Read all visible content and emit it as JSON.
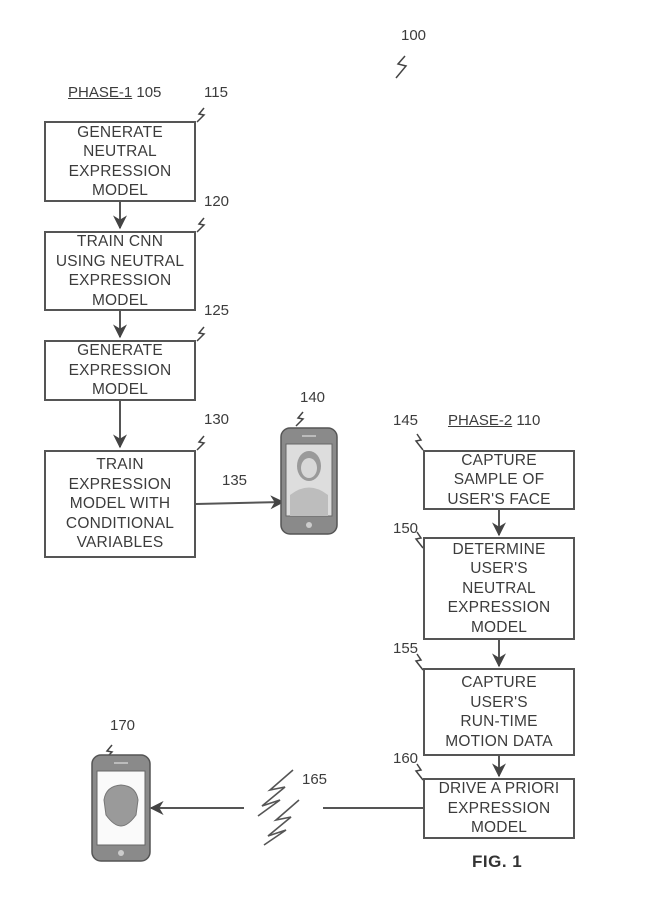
{
  "figure": {
    "ref": "100",
    "caption": "FIG. 1"
  },
  "phase1": {
    "label": "PHASE-1",
    "ref": "105",
    "steps": [
      {
        "ref": "115",
        "lines": [
          "GENERATE",
          "NEUTRAL",
          "EXPRESSION",
          "MODEL"
        ]
      },
      {
        "ref": "120",
        "lines": [
          "TRAIN CNN",
          "USING NEUTRAL",
          "EXPRESSION",
          "MODEL"
        ]
      },
      {
        "ref": "125",
        "lines": [
          "GENERATE",
          "EXPRESSION",
          "MODEL"
        ]
      },
      {
        "ref": "130",
        "lines": [
          "TRAIN",
          "EXPRESSION",
          "MODEL WITH",
          "CONDITIONAL",
          "VARIABLES"
        ]
      }
    ],
    "transfer_ref": "135",
    "device_ref": "140"
  },
  "phase2": {
    "label": "PHASE-2",
    "ref": "110",
    "steps": [
      {
        "ref": "145",
        "lines": [
          "CAPTURE",
          "SAMPLE OF",
          "USER'S FACE"
        ]
      },
      {
        "ref": "150",
        "lines": [
          "DETERMINE",
          "USER'S",
          "NEUTRAL",
          "EXPRESSION",
          "MODEL"
        ]
      },
      {
        "ref": "155",
        "lines": [
          "CAPTURE",
          "USER'S",
          "RUN-TIME",
          "MOTION DATA"
        ]
      },
      {
        "ref": "160",
        "lines": [
          "DRIVE A PRIORI",
          "EXPRESSION",
          "MODEL"
        ]
      }
    ],
    "wireless_ref": "165",
    "device_ref": "170"
  }
}
